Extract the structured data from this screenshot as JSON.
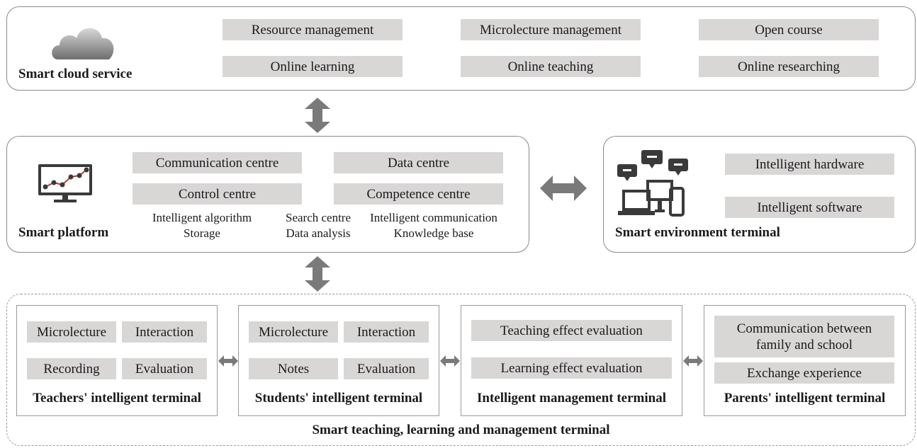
{
  "cloud": {
    "title": "Smart cloud service",
    "items": [
      "Resource management",
      "Microlecture management",
      "Open course",
      "Online learning",
      "Online teaching",
      "Online researching"
    ]
  },
  "platform": {
    "title": "Smart platform",
    "centres": [
      "Communication centre",
      "Data centre",
      "Control centre",
      "Competence centre"
    ],
    "functions": {
      "col1": [
        "Intelligent algorithm",
        "Storage"
      ],
      "col2": [
        "Search centre",
        "Data analysis"
      ],
      "col3": [
        "Intelligent communication",
        "Knowledge base"
      ]
    }
  },
  "environment": {
    "title": "Smart environment terminal",
    "items": [
      "Intelligent hardware",
      "Intelligent software"
    ]
  },
  "terminals": {
    "title": "Smart teaching, learning and management terminal",
    "teachers": {
      "title": "Teachers' intelligent terminal",
      "items": [
        "Microlecture",
        "Interaction",
        "Recording",
        "Evaluation"
      ]
    },
    "students": {
      "title": "Students' intelligent terminal",
      "items": [
        "Microlecture",
        "Interaction",
        "Notes",
        "Evaluation"
      ]
    },
    "management": {
      "title": "Intelligent management terminal",
      "items": [
        "Teaching effect evaluation",
        "Learning effect evaluation"
      ]
    },
    "parents": {
      "title": "Parents' intelligent terminal",
      "items": [
        "Communication between family and school",
        "Exchange experience"
      ]
    }
  },
  "colors": {
    "chip": "#d9d6d6",
    "arrow": "#7a7a7a",
    "border": "#8a8a8a",
    "icon": "#3a3a3a",
    "accent": "#c0392b"
  }
}
